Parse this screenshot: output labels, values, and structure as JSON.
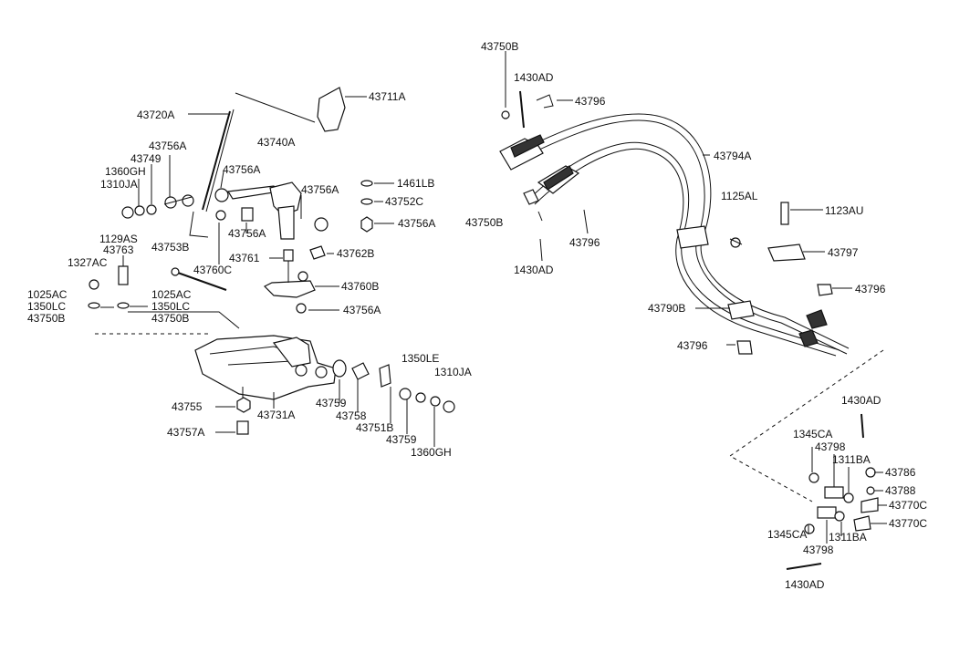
{
  "labels": [
    "43711A",
    "43720A",
    "43740A",
    "43756A",
    "43749",
    "1360GH",
    "1310JA",
    "43756A",
    "43756A",
    "1461LB",
    "43752C",
    "43756A",
    "43756A",
    "1129AS",
    "43763",
    "43753B",
    "43761",
    "43762B",
    "1327AC",
    "43760C",
    "43760B",
    "1025AC",
    "1350LC",
    "43750B",
    "1025AC",
    "1350LC",
    "43750B",
    "43756A",
    "1350LE",
    "1310JA",
    "43755",
    "43759",
    "43758",
    "43731A",
    "43757A",
    "43751B",
    "43759",
    "1360GH",
    "43750B",
    "1430AD",
    "43796",
    "43794A",
    "43750B",
    "43796",
    "1430AD",
    "1125AL",
    "1123AU",
    "43797",
    "43796",
    "43790B",
    "43796",
    "1430AD",
    "1345CA",
    "43798",
    "1311BA",
    "43786",
    "43788",
    "43770C",
    "43770C",
    "1345CA",
    "1311BA",
    "43798",
    "1430AD"
  ]
}
